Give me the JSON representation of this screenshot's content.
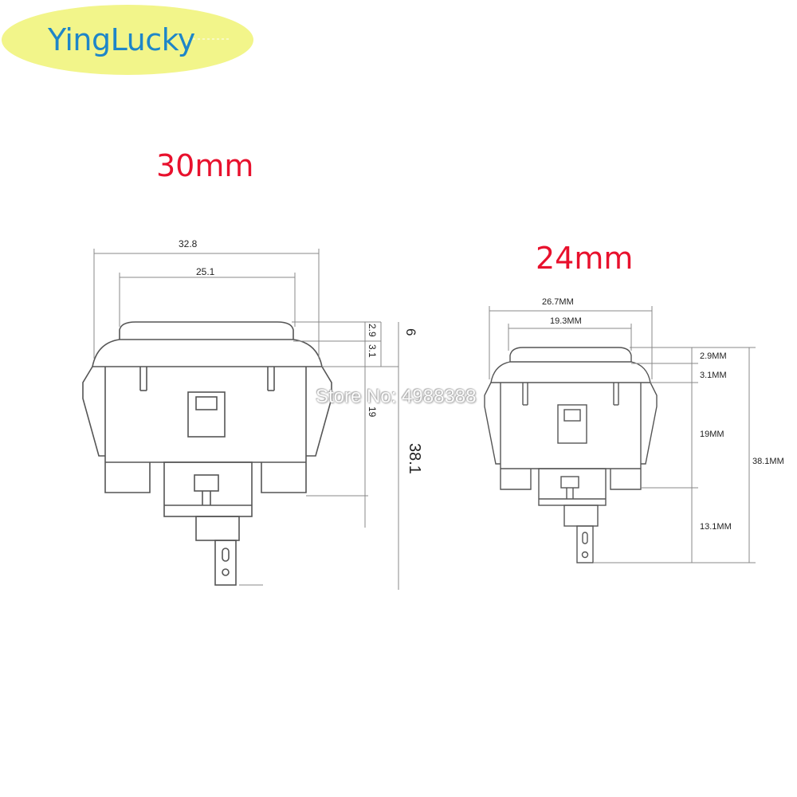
{
  "brand": {
    "name": "YingLucky"
  },
  "watermark": {
    "store": "Store No: 4988388"
  },
  "button_30mm": {
    "size_label": "30mm",
    "dims": {
      "outer_width": "32.8",
      "cap_width": "25.1",
      "cap_height": "2.9",
      "flange": "3.1",
      "top_total": "6",
      "body": "19",
      "total": "38.1"
    }
  },
  "button_24mm": {
    "size_label": "24mm",
    "dims": {
      "outer_width": "26.7MM",
      "cap_width": "19.3MM",
      "cap_height": "2.9MM",
      "flange": "3.1MM",
      "body": "19MM",
      "terminal": "13.1MM",
      "total": "38.1MM"
    }
  },
  "colors": {
    "brand_blue": "#1e86c8",
    "logo_yellow": "#f2f58a",
    "label_red": "#e8112d",
    "line": "#555555"
  }
}
